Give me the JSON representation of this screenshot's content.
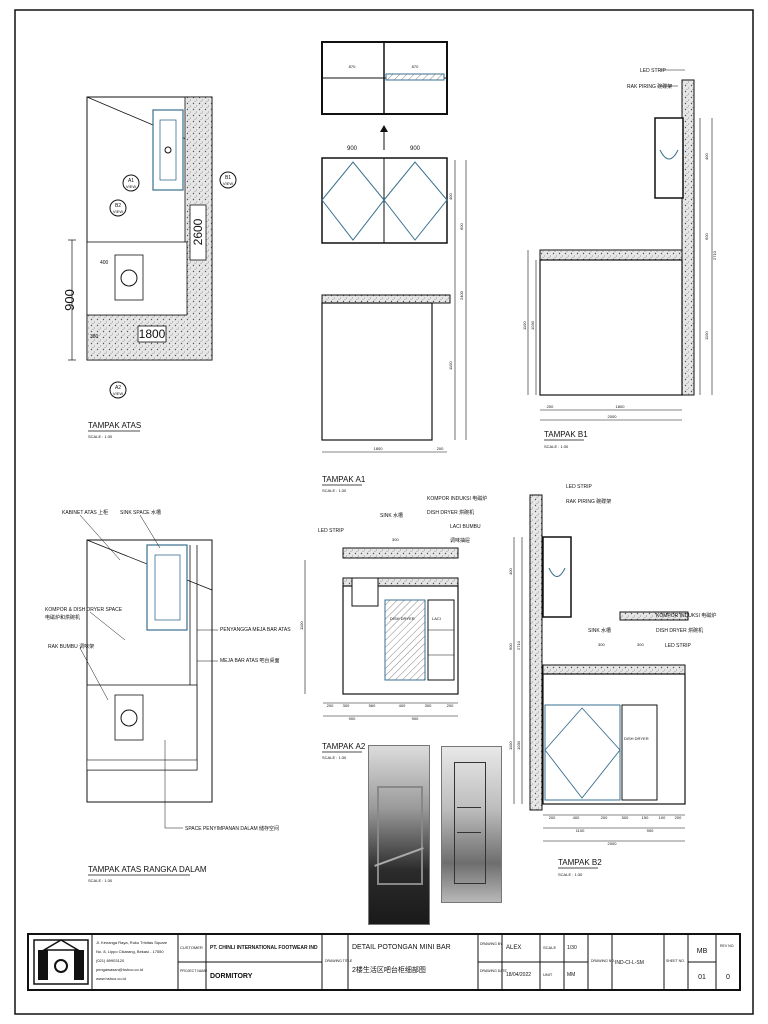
{
  "plan_top": {
    "view_title": "TAMPAK ATAS",
    "view_scale": "SCALE : 1:30",
    "dims": {
      "vertical_main": "900",
      "wall_length": "2600",
      "counter_length": "1800",
      "small_a": "400",
      "small_b": "380"
    },
    "markers": [
      {
        "letter": "A1",
        "label": "VIEW"
      },
      {
        "letter": "B1",
        "label": "VIEW"
      },
      {
        "letter": "B2",
        "label": "VIEW"
      },
      {
        "letter": "A2",
        "label": "VIEW"
      }
    ]
  },
  "plan_frame": {
    "view_title": "TAMPAK ATAS RANGKA DALAM",
    "view_scale": "SCALE : 1:30",
    "labels": {
      "kabinet": "KABINET ATAS 上柜",
      "sink": "SINK SPACE 水槽",
      "kompor": "KOMPOR & DISH DRYER SPACE",
      "kompor_cn": "电磁炉和烘碗机",
      "rak": "RAK BUMBU 调味架",
      "penyangga": "PENYANGGA MEJA BAR ATAS",
      "meja": "MEJA BAR ATAS 吧台桌面",
      "space": "SPACE PENYIMPANAN DALAM 储存空间"
    }
  },
  "elev_a1": {
    "view_title": "TAMPAK A1",
    "view_scale": "SCALE : 1:30",
    "top": {
      "left": "870",
      "right": "870"
    },
    "front": {
      "left": "900",
      "right": "900"
    },
    "dims": {
      "d1": "400",
      "d2": "1100",
      "d3": "2400",
      "bottom_total": "1800",
      "bottom_right": "200",
      "right_h": "600"
    }
  },
  "elev_b1": {
    "view_title": "TAMPAK B1",
    "view_scale": "SCALE : 1:30",
    "labels": {
      "led": "LED STRIP",
      "rak": "RAK PIRING 碗碟架"
    },
    "dims": {
      "bottom_left": "200",
      "bottom_mid": "1800",
      "bottom_total": "2000",
      "h1": "1100",
      "h2": "1030",
      "r1": "400",
      "r2": "600",
      "r3": "1100",
      "r4": "2710"
    }
  },
  "elev_a2": {
    "view_title": "TAMPAK A2",
    "view_scale": "SCALE : 1:30",
    "labels": {
      "kompor": "KOMPOR INDUKSI 电磁炉",
      "sink": "SINK 水槽",
      "dish": "DISH DRYER 烘碗机",
      "laci": "LACI BUMBU",
      "laci_cn": "调味抽屉",
      "led": "LED STRIP",
      "dish_inner": "DISH DRYER",
      "laci_inner": "LACI"
    },
    "dims": {
      "row1": [
        "200",
        "300",
        "560",
        "400",
        "300",
        "200"
      ],
      "row2_left": "900",
      "row2_right": "900",
      "left_h": "1100",
      "box": "300"
    }
  },
  "elev_b2": {
    "view_title": "TAMPAK B2",
    "view_scale": "SCALE : 1:30",
    "labels": {
      "led_top": "LED STRIP",
      "rak": "RAK PIRING 碗碟架",
      "kompor": "KOMPOR INDUKSI 电磁炉",
      "dish": "DISH DRYER 烘碗机",
      "sink": "SINK 水槽",
      "led": "LED STRIP",
      "dish_inner": "DISH DRYER"
    },
    "dims": {
      "row1": [
        "200",
        "400",
        "200",
        "500",
        "150",
        "100",
        "200"
      ],
      "row2": [
        "1100",
        "900"
      ],
      "total": "2000",
      "left": [
        "400",
        "600",
        "1100",
        "1030",
        "2710"
      ],
      "box_top": "300",
      "box_mid": "300"
    }
  },
  "title_block": {
    "company_address": [
      "Jl. Kenanga Raya, Ruko Trinitas Square",
      "No. 8, Lippo Cikarang, Bekasi - 17550",
      "(021) 89903120",
      "pengawasan@hshco.co.id",
      "www.hshco.co.id"
    ],
    "customer_label": "CUSTOMER",
    "customer": "PT. CHINLI INTERNATIONAL FOOTWEAR IND",
    "project_label": "PROJECT NAME",
    "project": "DORMITORY",
    "drawing_title_label": "DRAWING TITLE",
    "drawing_title": "DETAIL POTONGAN MINI BAR",
    "drawing_title_cn": "2楼生活区吧台柜细部图",
    "drawing_by_label": "DRAWING BY",
    "drawing_by": "ALEX",
    "drawing_date_label": "DRAWING DATE",
    "drawing_date": "18/04/2022",
    "scale_label": "SCALE",
    "scale": "1/30",
    "unit_label": "UNIT",
    "unit": "MM",
    "drawing_no_label": "DRAWING NO.",
    "drawing_no": "IND-CI-L-SM",
    "sheet_label": "SHEET NO.",
    "sheet_code": "MB",
    "sheet_no": "01",
    "rev_label": "REV NO.",
    "rev": "0"
  },
  "colors": {
    "line": "#111111",
    "glass": "#3a6f8f",
    "concrete": "#cfcfcf",
    "photo_dark": "#2b2b2b"
  }
}
